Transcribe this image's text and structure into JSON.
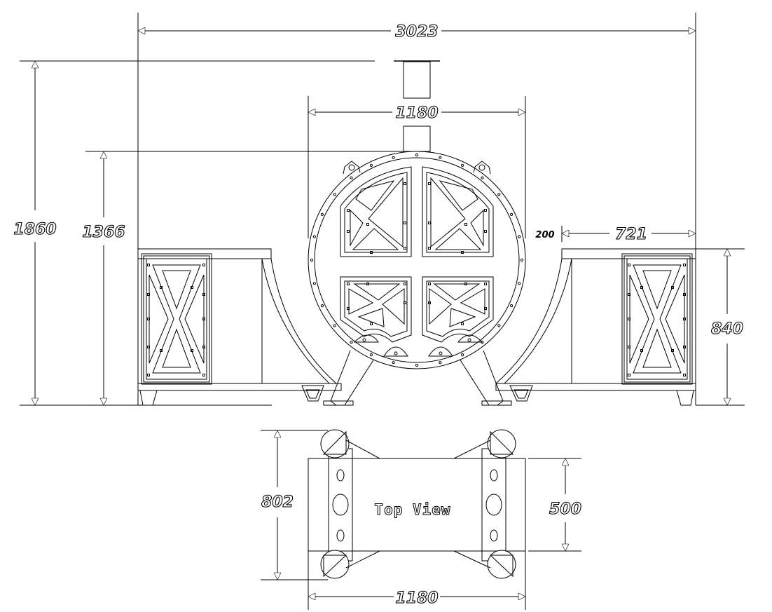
{
  "dimensions": {
    "overall_width": "3023",
    "overall_height": "1860",
    "tank_height": "1366",
    "tank_diameter": "1180",
    "clearance": "200",
    "side_width": "721",
    "side_height": "840",
    "top_depth": "802",
    "top_inner_depth": "500",
    "top_width": "1180"
  },
  "labels": {
    "top_view": "Top View"
  }
}
